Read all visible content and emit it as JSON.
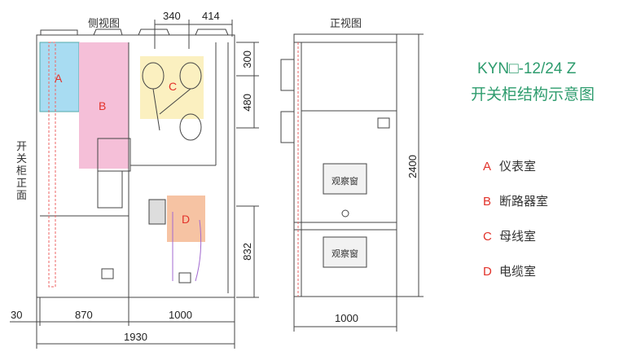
{
  "side_view": {
    "label": "侧视图",
    "front_label": "开关柜正面",
    "zones": [
      "A",
      "B",
      "C",
      "D"
    ],
    "dims": {
      "top": [
        "340",
        "414"
      ],
      "right": [
        "300",
        "480",
        "832"
      ],
      "bottom": [
        "30",
        "870",
        "1000"
      ],
      "total": "1930"
    }
  },
  "front_view": {
    "label": "正视图",
    "windows": [
      "观察窗",
      "观察窗"
    ],
    "dims": {
      "height": "2400",
      "width": "1000"
    }
  },
  "title": {
    "line1": "KYN□-12/24 Z",
    "line2": "开关柜结构示意图"
  },
  "legend": [
    {
      "letter": "A",
      "text": "仪表室"
    },
    {
      "letter": "B",
      "text": "断路器室"
    },
    {
      "letter": "C",
      "text": "母线室"
    },
    {
      "letter": "D",
      "text": "电缆室"
    }
  ],
  "colors": {
    "zone_a": "#a8dcf2",
    "zone_b": "#f5bfd8",
    "zone_c": "#fbf0c0",
    "zone_d": "#f6c3a3",
    "title": "#2e9c6e",
    "legend_letter": "#e2322a"
  }
}
